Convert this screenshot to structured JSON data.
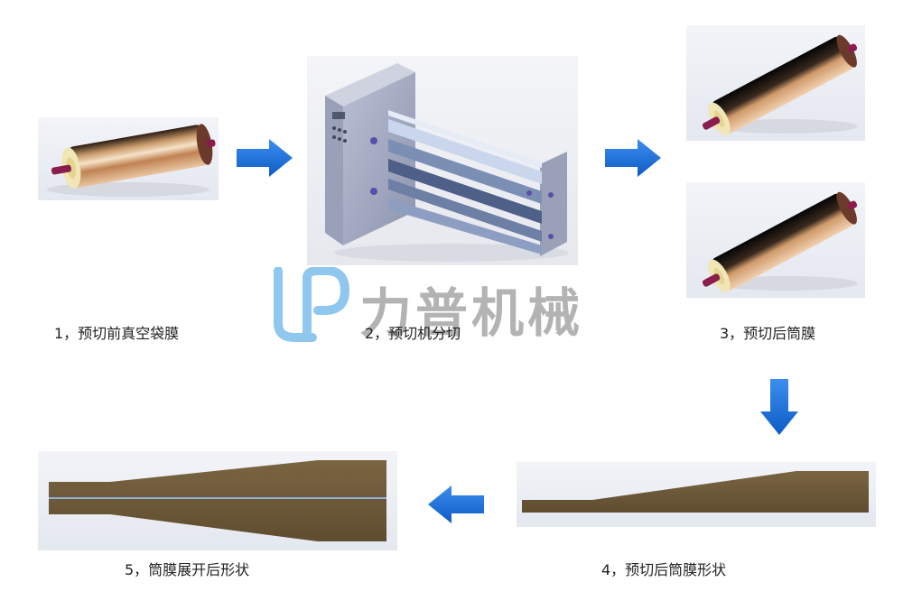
{
  "steps": {
    "step1": "1，预切前真空袋膜",
    "step2": "2，预切机分切",
    "step3": "3，预切后筒膜",
    "step4": "4，预切后筒膜形状",
    "step5": "5，筒膜展开后形状"
  },
  "watermark": {
    "brand": "力普机械"
  },
  "colors": {
    "arrow": "#1565c0",
    "film": "#6e5a3a",
    "panel": "#e8ecf2"
  },
  "icons": {
    "arrow_right": "arrow-right-icon",
    "arrow_down": "arrow-down-icon",
    "arrow_left": "arrow-left-icon"
  }
}
